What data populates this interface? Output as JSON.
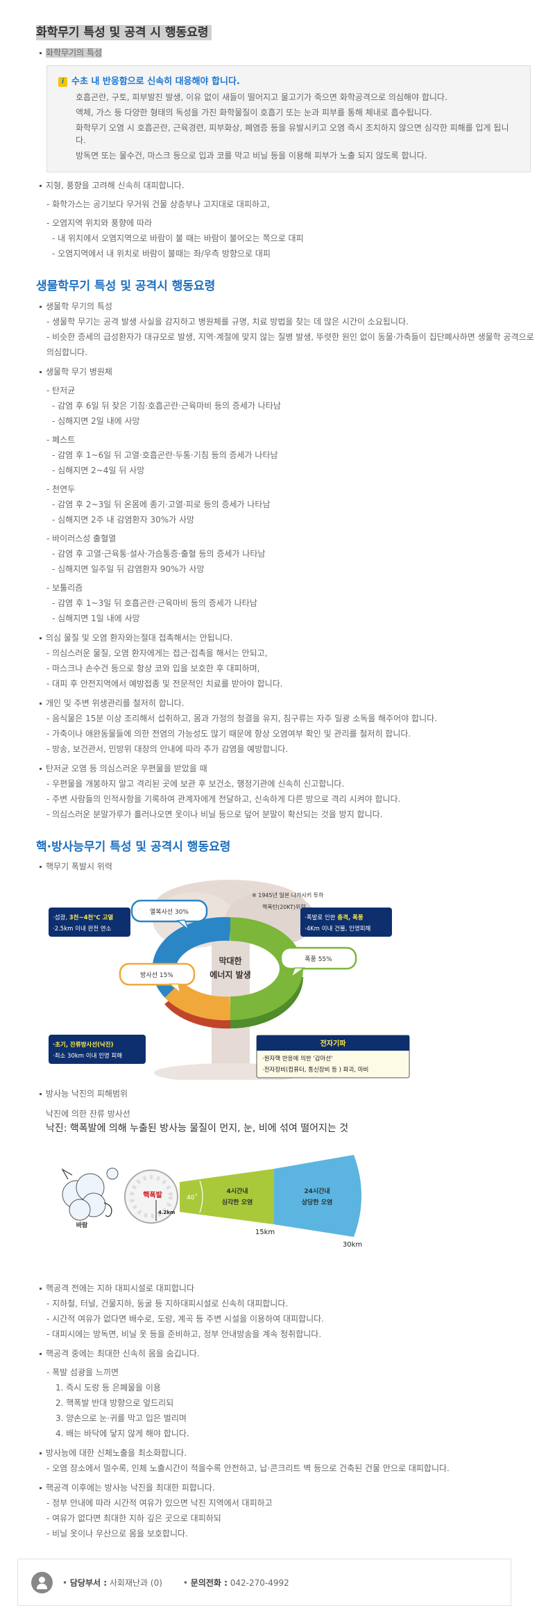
{
  "chemical": {
    "title": "화학무기 특성 및 공격 시 행동요령",
    "subtitle": "화학무기의 특성",
    "notice": {
      "icon": "info-icon",
      "icon_glyph": "i",
      "heading": "수초 내 반응함으로 신속히 대응해야 합니다.",
      "lines": [
        "호흡곤란, 구토, 피부발진 발생, 이유 없이 새들이 떨어지고 물고기가 죽으면 화학공격으로 의심해야 합니다.",
        "액체, 가스 등 다양한 형태의 독성을 가진 화학물질이 호흡기 또는 눈과 피부를 통해 체내로 흡수됩니다.",
        "화학무기 오염 시 호흡곤란,  근육경련,  피부화상, 폐염증 등을 유발시키고 오염 즉시 조치하지 않으면 심각한 피해를 입게 됩니다.",
        "방독면 또는 물수건, 마스크 등으로 입과 코를 막고 비닐 등을 이용해 피부가 노출 되지 않도록 합니다."
      ]
    },
    "blocks": [
      {
        "bullet": "지형, 풍향을 고려해 신속히 대피합니다.",
        "groups": [
          {
            "label": "- 화학가스는 공기보다 무거워 건물 상층부나 고지대로 대피하고,",
            "items": []
          },
          {
            "label": "- 오염지역 위치와 풍향에 따라",
            "items": [
              "- 내 위치에서 오염지역으로 바람이 불 때는 바람이 불어오는 쪽으로 대피",
              "- 오염지역에서 내 위치로 바람이 불때는 좌/우측 방향으로 대피"
            ]
          }
        ]
      }
    ]
  },
  "bio": {
    "title": "생물학무기 특성 및 공격시 행동요령",
    "blocks": [
      {
        "bullet": "생물학 무기의 특성",
        "items": [
          "- 생물학 무기는 공격 발생 사실을 감지하고 병원체를 규명, 치료 방법을 찾는 데 많은 시간이 소요됩니다.",
          "- 비슷한 증세의 급성환자가 대규모로 발생, 지역·계절에 맞지 않는 질병 발생, 뚜렷한 원인 없이 동물·가축들이 집단폐사하면 생물학 공격으로 의심합니다."
        ]
      },
      {
        "bullet": "생물학 무기 병원체",
        "groups": [
          {
            "label": "- 탄저균",
            "items": [
              "- 감염 후 6일 뒤 잦은 기침·호흡곤란·근육마비 등의 증세가 나타남",
              "- 심해지면 2일 내에 사망"
            ]
          },
          {
            "label": "- 페스트",
            "items": [
              "- 감염 후 1~6일 뒤 고열·호흡곤란·두통·기침 등의 증세가 나타남",
              "- 심해지면 2~4일 뒤 사망"
            ]
          },
          {
            "label": "- 천연두",
            "items": [
              "- 감염 후 2~3일 뒤 온몸에 종기·고열·피로 등의 증세가 나타남",
              "- 심해지면 2주 내 감염환자 30%가 사망"
            ]
          },
          {
            "label": "- 바이러스성 출혈열",
            "items": [
              "- 감염 후 고열·근육통·설사·가슴통증·출혈 등의 증세가 나타남",
              "- 심해지면 일주일 뒤 감염환자 90%가 사망"
            ]
          },
          {
            "label": "- 보툴리즘",
            "items": [
              "- 감염 후 1~3일 뒤 호흡곤란·근육마비 등의 증세가 나타남",
              "- 심해지면 1일 내에 사망"
            ]
          }
        ]
      },
      {
        "bullet": "의심 물질 및 오염 환자와는절대 접촉해서는 안됩니다.",
        "items": [
          "- 의심스러운 물질,  오염 환자에게는 접근·접촉을 해서는 안되고,",
          "- 마스크나 손수건 등으로 항상 코와 입을 보호한 후 대피하며,",
          "- 대피 후 안전지역에서 예방접종 및 전문적인 치료를 받아야 합니다."
        ]
      },
      {
        "bullet": "개인 및 주변 위생관리를 철저히 합니다.",
        "items": [
          "- 음식물은 15분 이상 조리해서 섭취하고, 몸과 가정의 청결을 유지, 침구류는 자주 일광 소독을 해주어야 합니다.",
          "- 가축이나 애완동물들에 의한 전염의 가능성도 많기 때문에 항상 오염여부 확인 및 관리를 철저히 합니다.",
          "- 방송,  보건관서,  민방위 대장의 안내에 따라 추가 감염을 예방합니다."
        ]
      },
      {
        "bullet": "탄저균 오염 등 의심스러운 우편물을 받았을 때",
        "items": [
          "- 우편물을 개봉하지 말고 격리된 곳에 보관 후 보건소,  행정기관에 신속히 신고합니다.",
          "- 주변 사람들의 인적사항을 기록하여 관계자에게 전달하고, 신속하게 다른 방으로 격리 시켜야 합니다.",
          "- 의심스러운 분말가루가 흘러나오면 옷이나 비닐 등으로 덮어 분말이 확산되는 것을 방지 합니다."
        ]
      }
    ]
  },
  "nuclear": {
    "title": "핵·방사능무기 특성 및 공격시 행동요령",
    "power_bullet": "핵무기 폭발시 위력",
    "infographic": {
      "note1": "※ 1945년 일본 나가사키 투하",
      "note2": "핵폭탄(20KT)위력",
      "center1": "막대한",
      "center2": "에너지 발생",
      "heat_label": "열복사선 30%",
      "blast_label": "폭풍 55%",
      "radiation_label": "방사선 15%",
      "heat_box": {
        "l1_prefix": "·섬광, ",
        "l1_highlight": "3천~4천℃ 고열",
        "l2": "·2.5km 이내 완전 연소"
      },
      "blast_box": {
        "l1_prefix": "·폭발로 인한 ",
        "l1_highlight": "충격, 폭풍",
        "l2": "·4Km 이내 건물, 인명피해"
      },
      "radiation_box": {
        "l1": "·초기, 잔류방사선(낙진)",
        "l2": "·최소 30km 이내 인명 피해"
      },
      "emp_box": {
        "title": "전자기파",
        "l1": "·원자핵 반응에 의한 '감마선'",
        "l2": "·전자장비(컴퓨터, 통신장비 등 ) 파괴, 마비"
      },
      "colors": {
        "heat": "#2b86c6",
        "blast": "#6aaa3a",
        "radiation": "#f0a83a",
        "navy": "#0d2f6e",
        "highlight": "#ffe94a"
      }
    },
    "fallout_bullet": "방사능 낙진의 피해범위",
    "fallout_caption1": "낙진에 의한 잔류 방사선",
    "fallout_caption2": "낙진: 핵폭발에 의해 누출된 방사능 물질이 먼지, 눈, 비에 섞여 떨어지는 것",
    "fallout": {
      "wind": "바람",
      "explosion": "핵폭발",
      "radius": "4.2km",
      "angle": "40˚",
      "zone1_l1": "4시간내",
      "zone1_l2": "심각한 오염",
      "zone2_l1": "24시간내",
      "zone2_l2": "상당한 오염",
      "dist1": "15km",
      "dist2": "30km",
      "colors": {
        "zone1": "#a9c93a",
        "zone2": "#5bb5e0",
        "explosion": "#d0121b"
      }
    },
    "blocks": [
      {
        "bullet": "핵공격 전에는 지하 대피시설로 대피합니다",
        "items": [
          "- 지하철, 터널, 건물지하, 동굴 등 지하대피시설로 신속히 대피합니다.",
          "- 시간적 여유가 없다면 배수로, 도랑, 계곡 등 주변 시설을 이용하여 대피합니다.",
          "- 대피시에는 방독면,  비닐 옷 등을 준비하고,  정부 안내방송을 계속 청취합니다."
        ]
      },
      {
        "bullet": "핵공격 중에는 최대한 신속히 몸을 숨깁니다.",
        "groups": [
          {
            "label": "- 폭발 섬광을 느끼면",
            "numbered": [
              "1. 즉시 도랑 등 은폐물을 이용",
              "2. 핵폭발 반대 방향으로 엎드리되",
              "3. 양손으로 눈·귀를 막고 입은 벌리며",
              "4. 배는 바닥에 닿지 않게 해야 합니다."
            ]
          }
        ]
      },
      {
        "bullet": "방사능에 대한 신체노출을 최소화합니다.",
        "items": [
          "- 오염 장소에서 멀수록,  인체 노출시간이 적을수록 안전하고, 납·콘크리트 벽 등으로 건축된 건물 안으로 대피합니다."
        ]
      },
      {
        "bullet": "핵공격 이후에는 방사능 낙진을 최대한 피합니다.",
        "items": [
          "- 정부 안내에 따라 시간적 여유가 있으면 낙진 지역에서 대피하고",
          "- 여유가 없다면 최대한 지하 깊은 곳으로 대피하되",
          "- 비닐 옷이나 우산으로 몸을 보호합니다."
        ]
      }
    ]
  },
  "footer": {
    "avatar_icon": "user-icon",
    "dept_label": "담당부서 :",
    "dept_value": "사회재난과 (0)",
    "phone_label": "문의전화 :",
    "phone_value": "042-270-4992"
  }
}
